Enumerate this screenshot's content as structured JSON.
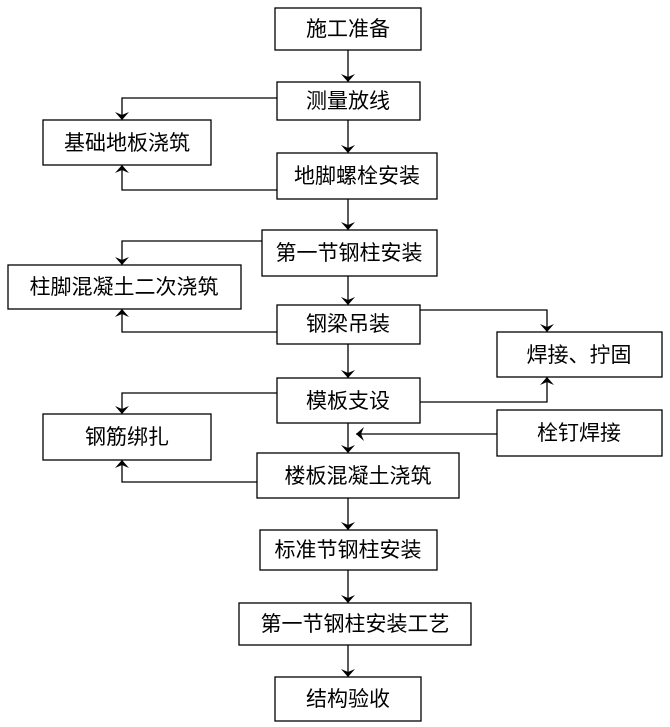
{
  "nodes": {
    "prep": "施工准备",
    "survey": "测量放线",
    "foundation": "基础地板浇筑",
    "anchor": "地脚螺栓安装",
    "col1": "第一节钢柱安装",
    "col_concrete": "柱脚混凝土二次浇筑",
    "beam": "钢梁吊装",
    "weld": "焊接、拧固",
    "formwork": "模板支设",
    "stud": "栓钉焊接",
    "rebar": "钢筋绑扎",
    "slab": "楼板混凝土浇筑",
    "std_col": "标准节钢柱安装",
    "craft": "第一节钢柱安装工艺",
    "accept": "结构验收"
  },
  "edges": [
    {
      "from": "prep",
      "to": "survey"
    },
    {
      "from": "survey",
      "to": "anchor"
    },
    {
      "from": "survey",
      "to": "foundation"
    },
    {
      "from": "anchor",
      "to": "foundation"
    },
    {
      "from": "anchor",
      "to": "col1"
    },
    {
      "from": "col1",
      "to": "beam"
    },
    {
      "from": "col1",
      "to": "col_concrete"
    },
    {
      "from": "beam",
      "to": "col_concrete"
    },
    {
      "from": "beam",
      "to": "weld"
    },
    {
      "from": "beam",
      "to": "formwork"
    },
    {
      "from": "formwork",
      "to": "weld"
    },
    {
      "from": "formwork",
      "to": "rebar"
    },
    {
      "from": "formwork",
      "to": "slab"
    },
    {
      "from": "stud",
      "to": "slab"
    },
    {
      "from": "slab",
      "to": "rebar"
    },
    {
      "from": "slab",
      "to": "std_col"
    },
    {
      "from": "std_col",
      "to": "craft"
    },
    {
      "from": "craft",
      "to": "accept"
    }
  ]
}
